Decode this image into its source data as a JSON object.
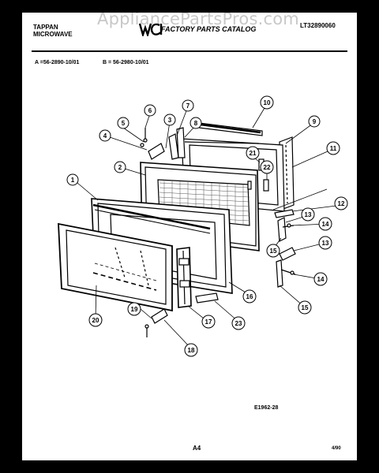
{
  "watermark": "AppliancePartsPros.com",
  "header": {
    "brand_line1": "TAPPAN",
    "brand_line2": "MICROWAVE",
    "catalog_title": "FACTORY PARTS CATALOG",
    "catalog_code": "LT32890060"
  },
  "models": {
    "a": "A =56-2890-10/01",
    "b": "B = 56-2980-10/01"
  },
  "callouts": [
    "1",
    "2",
    "3",
    "4",
    "5",
    "6",
    "7",
    "8",
    "9",
    "10",
    "11",
    "12",
    "13",
    "14",
    "15",
    "16",
    "17",
    "18",
    "19",
    "20",
    "21",
    "22",
    "23"
  ],
  "footer": {
    "figure_code": "E1962-28",
    "page": "A4",
    "date_code": "4/90"
  }
}
